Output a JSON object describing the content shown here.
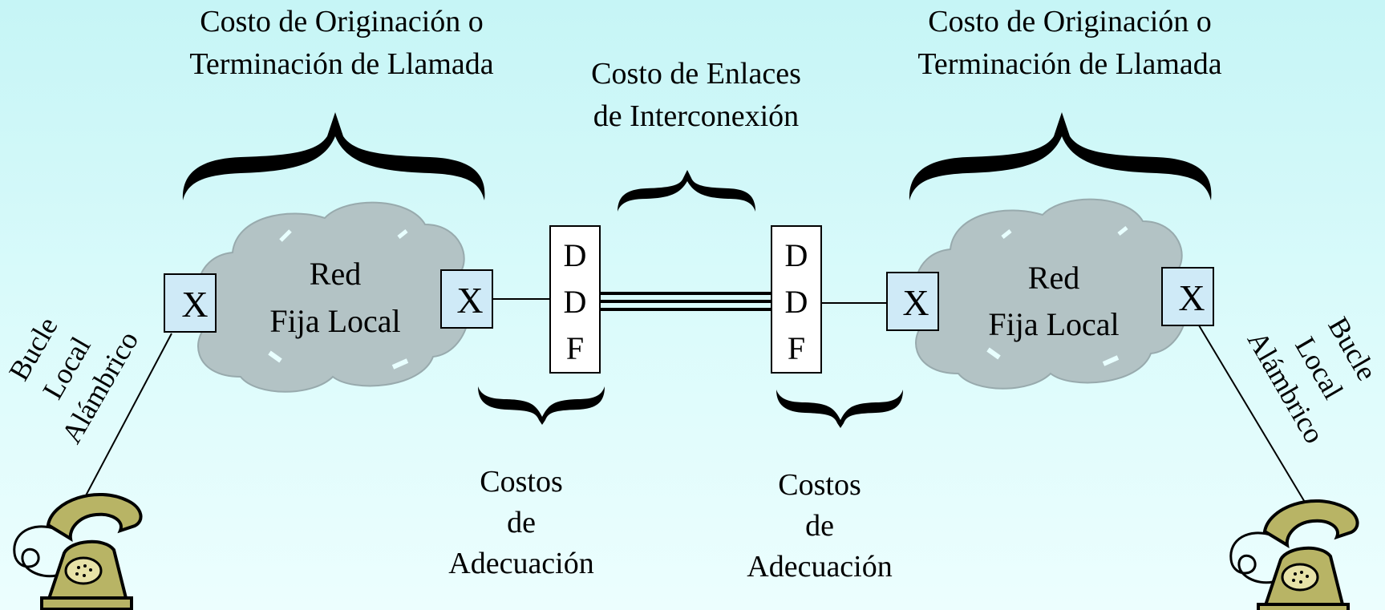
{
  "labels": {
    "origin_left": [
      "Costo de Originación o",
      "Terminación de Llamada"
    ],
    "origin_right": [
      "Costo de Originación o",
      "Terminación de Llamada"
    ],
    "interconnect": [
      "Costo de Enlaces",
      "de Interconexión"
    ],
    "adequacy_left": [
      "Costos",
      "de",
      "Adecuación"
    ],
    "adequacy_right": [
      "Costos",
      "de",
      "Adecuación"
    ],
    "cloud_left": [
      "Red",
      "Fija Local"
    ],
    "cloud_right": [
      "Red",
      "Fija Local"
    ],
    "loop_left": [
      "Bucle",
      "Local",
      "Alámbrico"
    ],
    "loop_right": [
      "Bucle",
      "Local",
      "Alámbrico"
    ],
    "switch": "X",
    "ddf": [
      "D",
      "D",
      "F"
    ]
  },
  "colors": {
    "background": "#c6f5f6",
    "cloud": "#b3c3c5",
    "switch_box": "#cfeaf7",
    "ddf_box": "#ffffff",
    "phone_body": "#b8b465",
    "phone_dark": "#2a2a00"
  },
  "icons": [
    "cloud-icon",
    "telephone-icon",
    "curly-brace-icon"
  ]
}
